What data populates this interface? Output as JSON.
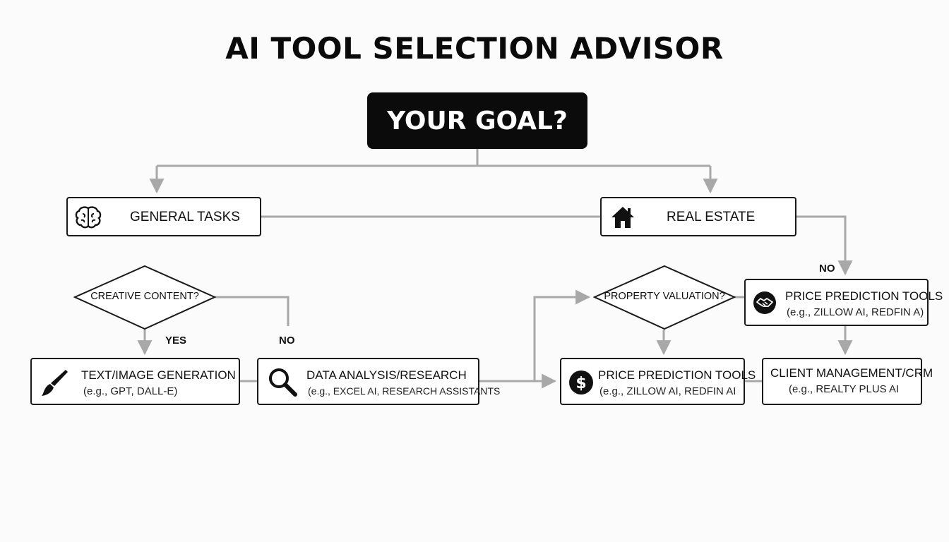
{
  "title": "AI TOOL SELECTION ADVISOR",
  "goal": "YOUR GOAL?",
  "categories": {
    "general": {
      "label": "GENERAL TASKS",
      "icon": "brain-icon"
    },
    "real_estate": {
      "label": "REAL ESTATE",
      "icon": "house-icon"
    }
  },
  "decisions": {
    "creative": "CREATIVE CONTENT?",
    "valuation": "PROPERTY VALUATION?"
  },
  "branch_labels": {
    "yes": "YES",
    "no_left": "NO",
    "no_right": "NO"
  },
  "outcomes": {
    "text_image": {
      "title": "TEXT/IMAGE GENERATION",
      "example": "(e.g., GPT, DALL-E)",
      "icon": "paintbrush-icon"
    },
    "data_analysis": {
      "title": "DATA ANALYSIS/RESEARCH",
      "example": "(e.g., EXCEL AI, RESEARCH ASSISTANTS",
      "icon": "magnifier-icon"
    },
    "price_prediction": {
      "title": "PRICE PREDICTION TOOLS",
      "example": "(e.g., ZILLOW AI, REDFIN AI",
      "icon": "dollar-icon"
    },
    "price_prediction_top": {
      "title": "PRICE PREDICTION TOOLS",
      "example": "(e.g., ZILLOW AI, REDFIN A)",
      "icon": "handshake-icon"
    },
    "crm": {
      "title": "CLIENT MANAGEMENT/CRM",
      "example": "(e.g., REALTY PLUS AI"
    }
  },
  "colors": {
    "connector": "#a8a8a8",
    "dark": "#0b0b0b",
    "border": "#1a1a1a"
  }
}
